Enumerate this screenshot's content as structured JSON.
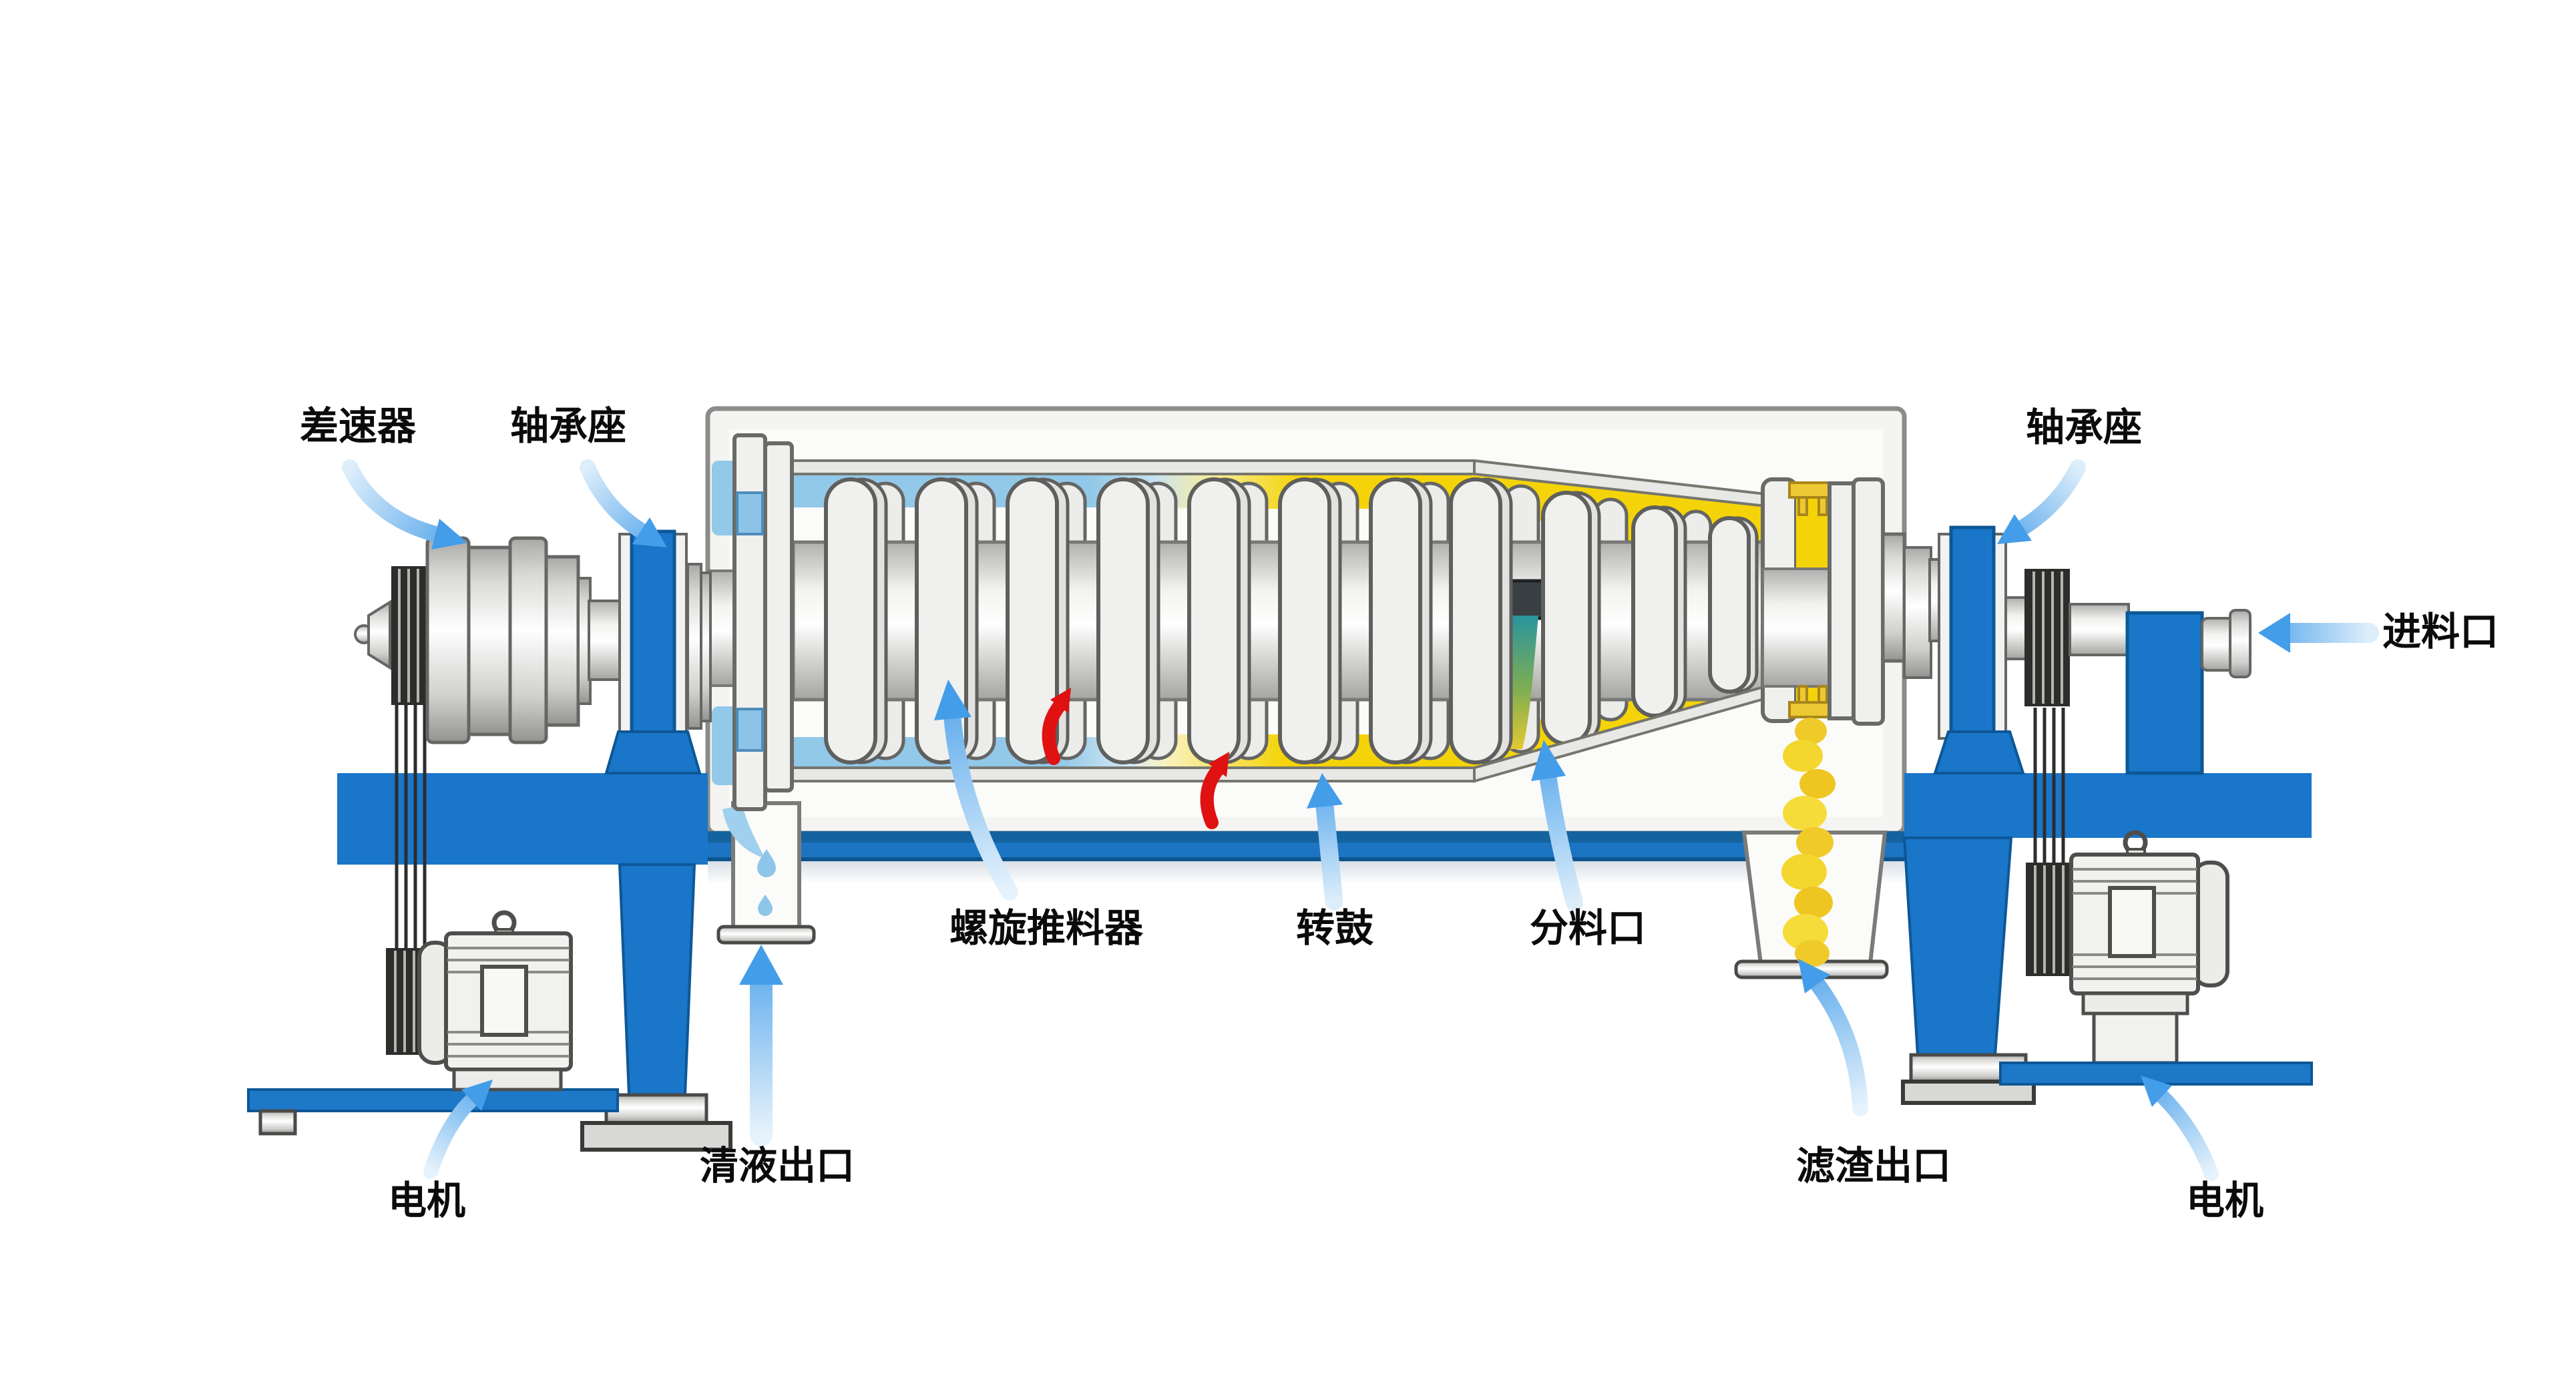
{
  "diagram": {
    "type": "decanter-centrifuge-cutaway",
    "labels": {
      "differential": "差速器",
      "bearing_left": "轴承座",
      "bearing_right": "轴承座",
      "feed_inlet": "进料口",
      "screw_conveyor": "螺旋推料器",
      "drum": "转鼓",
      "distribution_port": "分料口",
      "clear_liquid_outlet": "清液出口",
      "residue_outlet": "滤渣出口",
      "motor_left": "电机",
      "motor_right": "电机"
    },
    "colors": {
      "frame_blue": "#1c74c2",
      "pedestal_blue": "#1976c9",
      "pointer_arrow_blue": "#4fa3ea",
      "liquid_blue": "#92c8e8",
      "solids_yellow": "#f4d408",
      "residue_yellow": "#f0ca28",
      "stream_teal": "#27949f",
      "flow_arrow_red": "#e01111",
      "metal_silver": "#d5d5d3",
      "casing_gray": "#f4f4f2"
    }
  }
}
